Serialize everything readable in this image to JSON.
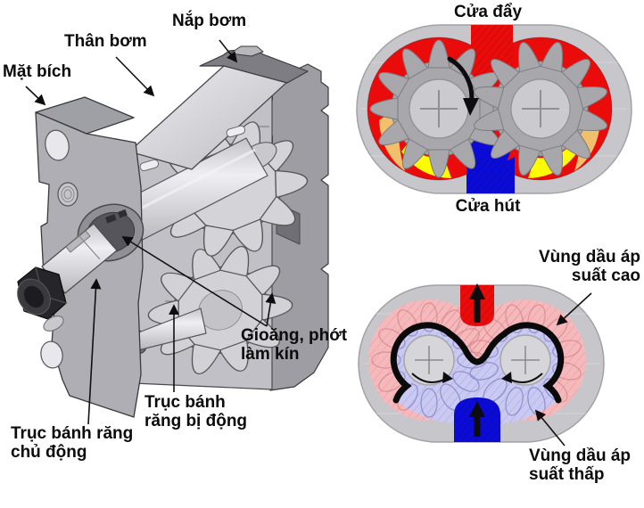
{
  "cutaway": {
    "labels": {
      "cover": "Nắp bơm",
      "body": "Thân bơm",
      "flange": "Mặt bích",
      "seal_line1": "Gioăng, phớt",
      "seal_line2": "làm kín",
      "driven_line1": "Trục bánh",
      "driven_line2": "răng bị động",
      "drive_line1": "Trục bánh răng",
      "drive_line2": "chủ động"
    }
  },
  "flow_diagram": {
    "port_top": "Cửa đẩy",
    "port_bottom": "Cửa hút"
  },
  "pressure_diagram": {
    "high_line1": "Vùng dầu áp",
    "high_line2": "suất cao",
    "low_line1": "Vùng dầu áp",
    "low_line2": "suất thấp"
  },
  "palette": {
    "red": "#ea0b0b",
    "blue": "#0b0bd8",
    "yellow": "#fdfd00",
    "orange": "#f2c06c",
    "pink": "#f5b9bc",
    "lavender": "#c9c9f2",
    "casing": "#c7c7cb",
    "gear_gray": "#a8a8ac",
    "hub_gray": "#cbcbcf",
    "steel_light": "#d6d6da",
    "body_gray": "#aeaeb4",
    "dark_top": "#7d7d83",
    "arrow_black": "#0d0d0f"
  }
}
